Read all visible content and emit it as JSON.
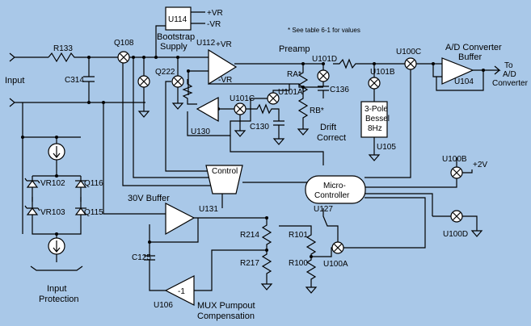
{
  "labels": {
    "input": "Input",
    "r133": "R133",
    "c314": "C314",
    "q108": "Q108",
    "u114": "U114",
    "plus_vr": "+VR",
    "minus_vr": "-VR",
    "bootstrap_supply_1": "Bootstrap",
    "bootstrap_supply_2": "Supply",
    "note": "* See table 6-1 for values",
    "u112": "U112",
    "u112_plus": "+VR",
    "u112_minus": "-VR",
    "q222": "Q222",
    "preamp": "Preamp",
    "ra": "RA*",
    "rb": "RB*",
    "u101d": "U101D",
    "c136": "C136",
    "u101b": "U101B",
    "u101a": "U101A",
    "u101c": "U101C",
    "c130": "C130",
    "u130": "U130",
    "drift_correct_1": "Drift",
    "drift_correct_2": "Correct",
    "bessel_1": "3-Pole",
    "bessel_2": "Bessel",
    "bessel_3": "8Hz",
    "u105": "U105",
    "u100c": "U100C",
    "adc_buffer_1": "A/D Converter",
    "adc_buffer_2": "Buffer",
    "u104": "U104",
    "to_adc_1": "To",
    "to_adc_2": "A/D",
    "to_adc_3": "Converter",
    "u100b": "U100B",
    "plus_2v": "+2V",
    "u100d": "U100D",
    "control": "Control",
    "micro_1": "Micro-",
    "micro_2": "Controller",
    "u127": "U127",
    "vr102": "VR102",
    "vr103": "VR103",
    "q116": "Q116",
    "q115": "Q115",
    "buffer_30v": "30V Buffer",
    "u131": "U131",
    "r214": "R214",
    "r217": "R217",
    "r101": "R101",
    "r100": "R100",
    "u100a": "U100A",
    "c125": "C125",
    "u106": "U106",
    "gain_minus1": "-1",
    "mux_1": "MUX Pumpout",
    "mux_2": "Compensation",
    "input_prot_1": "Input",
    "input_prot_2": "Protection"
  }
}
